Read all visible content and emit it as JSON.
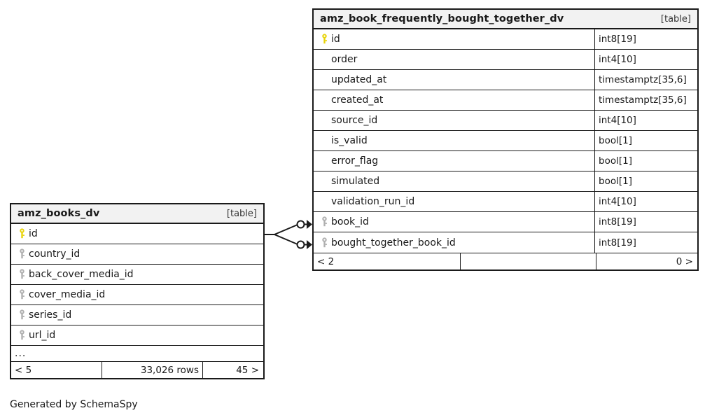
{
  "diagram": {
    "generator_note": "Generated by SchemaSpy",
    "table_tag": "[table]",
    "ellipsis": "...",
    "colors": {
      "primary_key": "#e8d40c",
      "foreign_key": "#b0b0b0",
      "border": "#1a1a1a",
      "header_background": "#f2f2f2",
      "row_background": "#ffffff"
    }
  },
  "tables": [
    {
      "id": "amz_books_dv",
      "name": "amz_books_dv",
      "tag": "[table]",
      "columns": [
        {
          "name": "id",
          "type": "",
          "key": "primary"
        },
        {
          "name": "country_id",
          "type": "",
          "key": "foreign"
        },
        {
          "name": "back_cover_media_id",
          "type": "",
          "key": "foreign"
        },
        {
          "name": "cover_media_id",
          "type": "",
          "key": "foreign"
        },
        {
          "name": "series_id",
          "type": "",
          "key": "foreign"
        },
        {
          "name": "url_id",
          "type": "",
          "key": "foreign"
        },
        {
          "name": "...",
          "type": "",
          "key": "none"
        }
      ],
      "footer": {
        "left": "< 5",
        "middle": "33,026 rows",
        "right": "45 >"
      }
    },
    {
      "id": "amz_book_frequently_bought_together_dv",
      "name": "amz_book_frequently_bought_together_dv",
      "tag": "[table]",
      "columns": [
        {
          "name": "id",
          "type": "int8[19]",
          "key": "primary"
        },
        {
          "name": "order",
          "type": "int4[10]",
          "key": "none"
        },
        {
          "name": "updated_at",
          "type": "timestamptz[35,6]",
          "key": "none"
        },
        {
          "name": "created_at",
          "type": "timestamptz[35,6]",
          "key": "none"
        },
        {
          "name": "source_id",
          "type": "int4[10]",
          "key": "none"
        },
        {
          "name": "is_valid",
          "type": "bool[1]",
          "key": "none"
        },
        {
          "name": "error_flag",
          "type": "bool[1]",
          "key": "none"
        },
        {
          "name": "simulated",
          "type": "bool[1]",
          "key": "none"
        },
        {
          "name": "validation_run_id",
          "type": "int4[10]",
          "key": "none"
        },
        {
          "name": "book_id",
          "type": "int8[19]",
          "key": "foreign"
        },
        {
          "name": "bought_together_book_id",
          "type": "int8[19]",
          "key": "foreign"
        }
      ],
      "footer": {
        "left": "< 2",
        "middle": "",
        "right": "0 >"
      }
    }
  ],
  "relationships": [
    {
      "from_table": "amz_books_dv",
      "from_column": "id",
      "to_table": "amz_book_frequently_bought_together_dv",
      "to_column": "book_id"
    },
    {
      "from_table": "amz_books_dv",
      "from_column": "id",
      "to_table": "amz_book_frequently_bought_together_dv",
      "to_column": "bought_together_book_id"
    }
  ]
}
